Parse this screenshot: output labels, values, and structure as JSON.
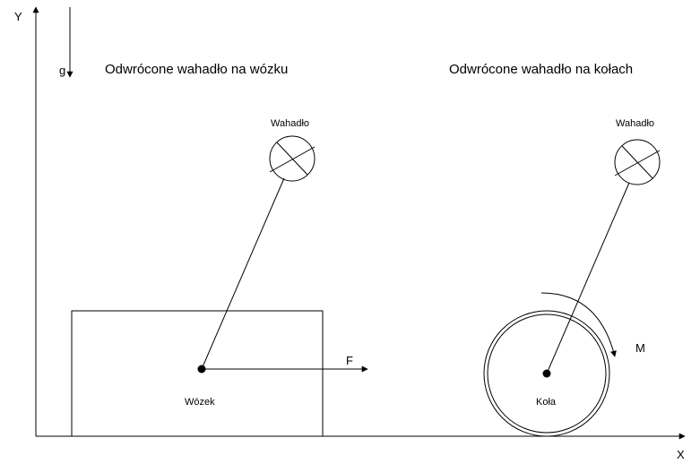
{
  "axes": {
    "y_label": "Y",
    "x_label": "X",
    "gravity_label": "g"
  },
  "cart_system": {
    "title": "Odwrócone wahadło na wózku",
    "pendulum_label": "Wahadło",
    "cart_label": "Wózek",
    "force_label": "F"
  },
  "wheel_system": {
    "title": "Odwrócone wahadło na kołach",
    "pendulum_label": "Wahadło",
    "wheel_label": "Koła",
    "moment_label": "M"
  }
}
